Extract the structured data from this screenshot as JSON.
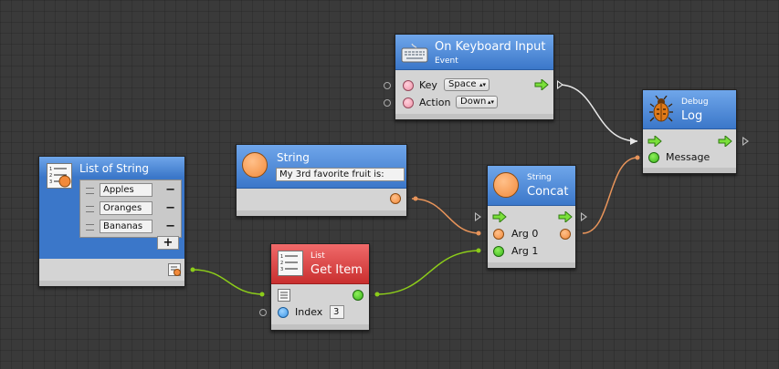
{
  "colors": {
    "canvas": "#3a3a3a",
    "header_blue": "#4a86d6",
    "header_red": "#d83a3a",
    "wire_green": "#8ccc1a",
    "wire_orange": "#e8945a",
    "wire_flow": "#e8e8e8"
  },
  "nodes": {
    "keyboard": {
      "title": "On Keyboard Input",
      "subtitle": "Event",
      "icon": "keyboard-icon",
      "key_label": "Key",
      "key_value": "Space",
      "action_label": "Action",
      "action_value": "Down"
    },
    "debug_log": {
      "subtitle": "Debug",
      "title": "Log",
      "icon": "bug-icon",
      "message_label": "Message"
    },
    "list_of_string": {
      "title": "List of String",
      "icon": "list-icon",
      "items": [
        "Apples",
        "Oranges",
        "Bananas"
      ],
      "remove_label": "−",
      "add_label": "+"
    },
    "string": {
      "title": "String",
      "icon": "orange-circle-icon",
      "value": "My 3rd favorite fruit is:"
    },
    "concat": {
      "subtitle": "String",
      "title": "Concat",
      "icon": "orange-circle-icon",
      "arg0_label": "Arg 0",
      "arg1_label": "Arg 1"
    },
    "get_item": {
      "subtitle": "List",
      "title": "Get Item",
      "icon": "list-icon",
      "index_label": "Index",
      "index_value": "3"
    }
  }
}
